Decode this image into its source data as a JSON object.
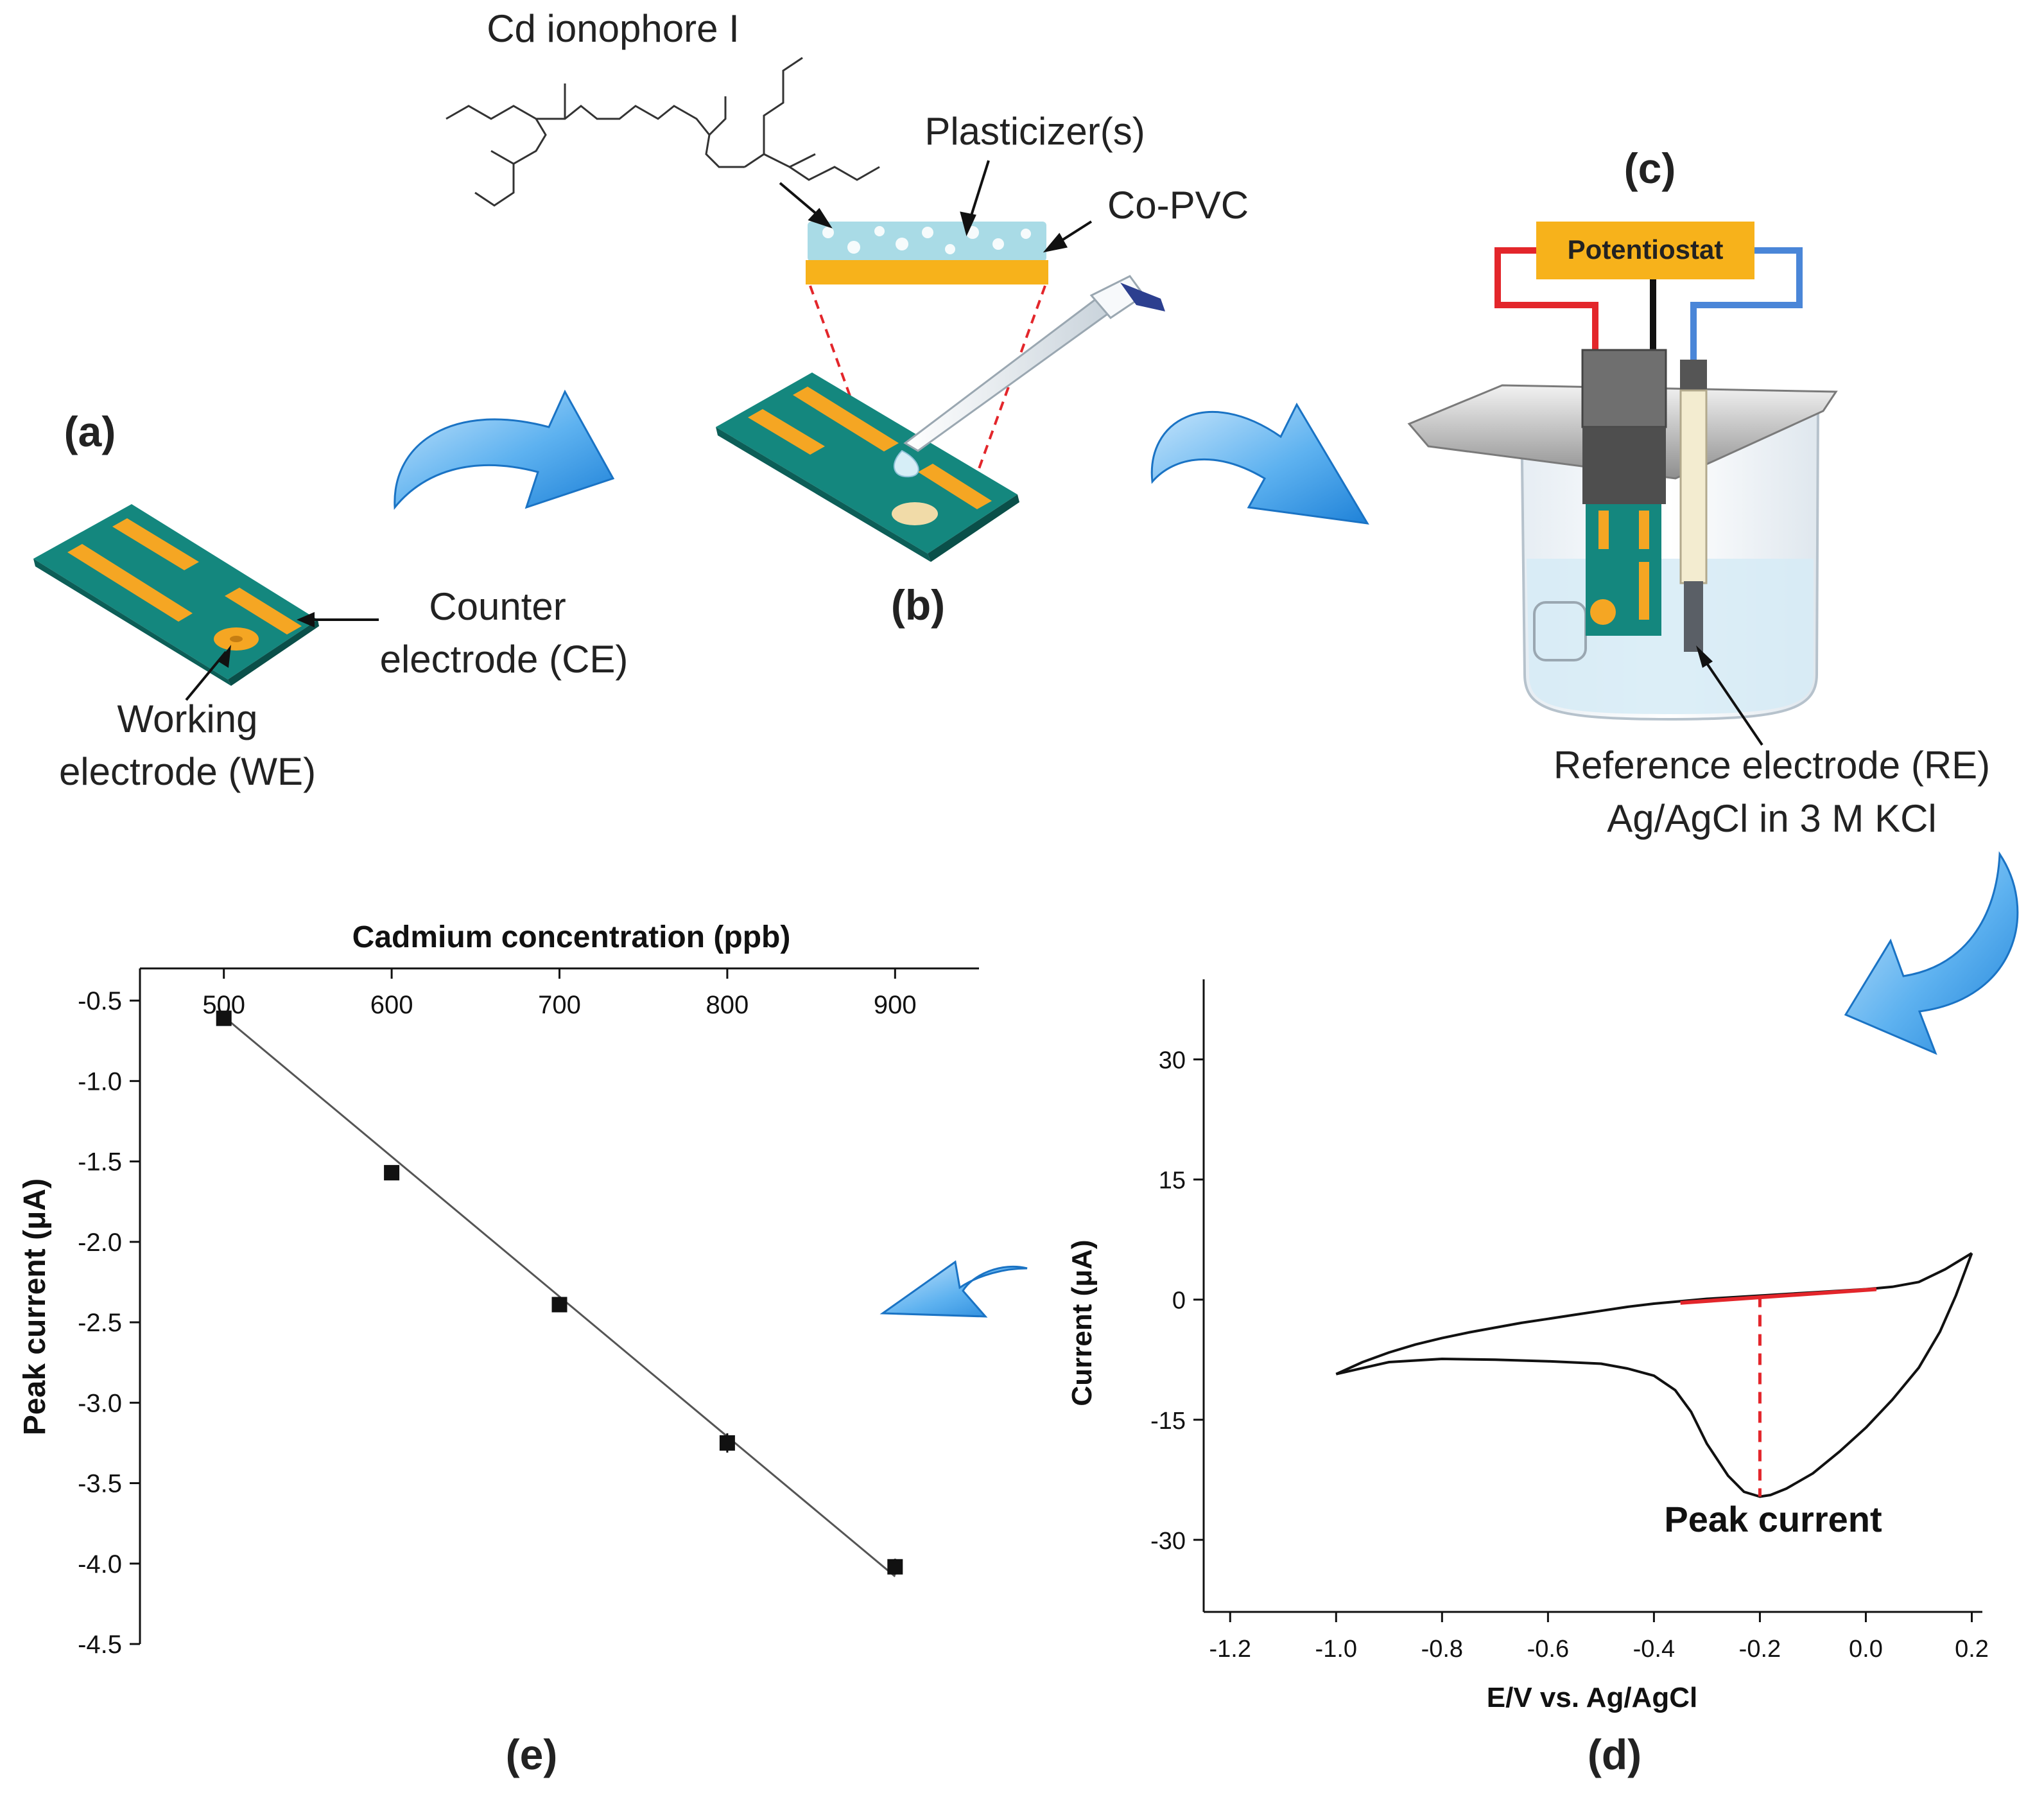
{
  "panels": {
    "a": "(a)",
    "b": "(b)",
    "c": "(c)",
    "d": "(d)",
    "e": "(e)"
  },
  "labels": {
    "counter_line1": "Counter",
    "counter_line2": "electrode (CE)",
    "working_line1": "Working",
    "working_line2": "electrode (WE)",
    "ionophore": "Cd ionophore I",
    "plasticizer": "Plasticizer(s)",
    "copvc": "Co-PVC",
    "potentiostat": "Potentiostat",
    "reference_line1": "Reference electrode (RE)",
    "reference_line2": "Ag/AgCl in 3 M KCl",
    "peak_current": "Peak current"
  },
  "colors": {
    "strip": "#14877e",
    "strip_dark": "#0c5e57",
    "electrode": "#f5a623",
    "arrow": "#52a8ec",
    "wire_red": "#e3262b",
    "wire_black": "#111111",
    "wire_blue": "#4a86d8",
    "potentiostat_box": "#f7b21b",
    "membrane": "#a9dbe6",
    "peak_marker": "#e3262b"
  },
  "chart_data": [
    {
      "id": "calibration",
      "type": "scatter",
      "title": "",
      "xlabel": "Cadmium concentration (ppb)",
      "ylabel": "Peak current (μA)",
      "x_axis_position": "top",
      "xlim": [
        450,
        950
      ],
      "ylim": [
        -4.5,
        -0.3
      ],
      "xticks": [
        "500",
        "600",
        "700",
        "800",
        "900"
      ],
      "yticks": [
        "-0.5",
        "-1.0",
        "-1.5",
        "-2.0",
        "-2.5",
        "-3.0",
        "-3.5",
        "-4.0",
        "-4.5"
      ],
      "series": [
        {
          "x": [
            500,
            600,
            700,
            800,
            900
          ],
          "y": [
            -0.61,
            -1.57,
            -2.39,
            -3.25,
            -4.02
          ],
          "error": [
            0.02,
            0.03,
            0.03,
            0.06,
            0.05
          ]
        }
      ],
      "fit_line": {
        "x": [
          500,
          900
        ],
        "y": [
          -0.6,
          -4.08
        ]
      }
    },
    {
      "id": "voltammogram",
      "type": "line",
      "title": "",
      "xlabel": "E/V vs. Ag/AgCl",
      "ylabel": "Current (μA)",
      "xlim": [
        -1.25,
        0.22
      ],
      "ylim": [
        -39,
        40
      ],
      "xticks": [
        "-1.2",
        "-1.0",
        "-0.8",
        "-0.6",
        "-0.4",
        "-0.2",
        "0.0",
        "0.2"
      ],
      "yticks": [
        "30",
        "15",
        "0",
        "-15",
        "-30"
      ],
      "series": [
        {
          "x": [
            -1.0,
            -0.95,
            -0.9,
            -0.85,
            -0.8,
            -0.75,
            -0.7,
            -0.65,
            -0.6,
            -0.55,
            -0.5,
            -0.45,
            -0.4,
            -0.35,
            -0.3,
            -0.25,
            -0.2,
            -0.15,
            -0.1,
            -0.05,
            0.0,
            0.05,
            0.1,
            0.15,
            0.2
          ],
          "y": [
            -9.3,
            -7.8,
            -6.6,
            -5.6,
            -4.8,
            -4.1,
            -3.5,
            -2.9,
            -2.4,
            -1.9,
            -1.4,
            -0.9,
            -0.5,
            -0.2,
            0.1,
            0.3,
            0.5,
            0.7,
            0.9,
            1.1,
            1.3,
            1.6,
            2.2,
            3.8,
            5.8
          ]
        },
        {
          "x": [
            0.2,
            0.17,
            0.14,
            0.1,
            0.05,
            0.0,
            -0.05,
            -0.1,
            -0.15,
            -0.18,
            -0.2,
            -0.23,
            -0.26,
            -0.3,
            -0.33,
            -0.36,
            -0.4,
            -0.45,
            -0.5,
            -0.6,
            -0.7,
            -0.8,
            -0.9,
            -1.0
          ],
          "y": [
            5.8,
            0.5,
            -4.0,
            -8.5,
            -12.5,
            -16.0,
            -19.0,
            -21.7,
            -23.6,
            -24.4,
            -24.6,
            -24.0,
            -22.0,
            -18.0,
            -14.0,
            -11.3,
            -9.5,
            -8.6,
            -8.0,
            -7.7,
            -7.5,
            -7.4,
            -7.8,
            -9.3
          ]
        }
      ],
      "annotations": {
        "baseline": {
          "x": [
            -0.35,
            0.02
          ],
          "y": [
            -0.4,
            1.3
          ]
        },
        "peak": {
          "x": -0.2,
          "y_top": 0.5,
          "y_bottom": -24.6
        },
        "label": "Peak current"
      }
    }
  ]
}
